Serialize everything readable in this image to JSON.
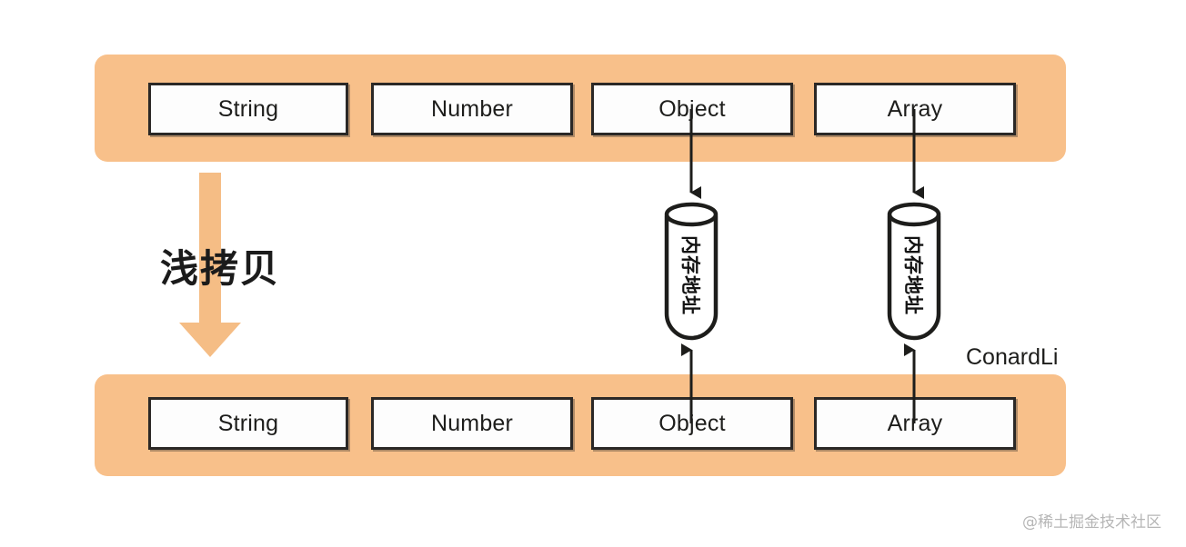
{
  "diagram": {
    "title": "JSON data type shallow copy diagram",
    "colors": {
      "bar_orange": "#f8c08a",
      "arrow_orange": "#f5bd85",
      "box_border": "#2b2826",
      "box_fill": "#fdfdfd",
      "text": "#1d1d1b",
      "watermark": "#b6b6b6"
    },
    "source_row": {
      "name": "original-object-row",
      "items": [
        {
          "label": "String",
          "has_pointer": false
        },
        {
          "label": "Number",
          "has_pointer": false
        },
        {
          "label": "Object",
          "has_pointer": true
        },
        {
          "label": "Array",
          "has_pointer": true
        }
      ]
    },
    "target_row": {
      "name": "copied-object-row",
      "items": [
        {
          "label": "String",
          "has_pointer": false
        },
        {
          "label": "Number",
          "has_pointer": false
        },
        {
          "label": "Object",
          "has_pointer": true
        },
        {
          "label": "Array",
          "has_pointer": true
        }
      ]
    },
    "memory_cells": [
      {
        "label": "内存地址"
      },
      {
        "label": "内存地址"
      }
    ],
    "copy_arrow": {
      "label": "浅拷贝",
      "direction": "down"
    },
    "author": "ConardLi",
    "watermark": "@稀土掘金技术社区"
  }
}
